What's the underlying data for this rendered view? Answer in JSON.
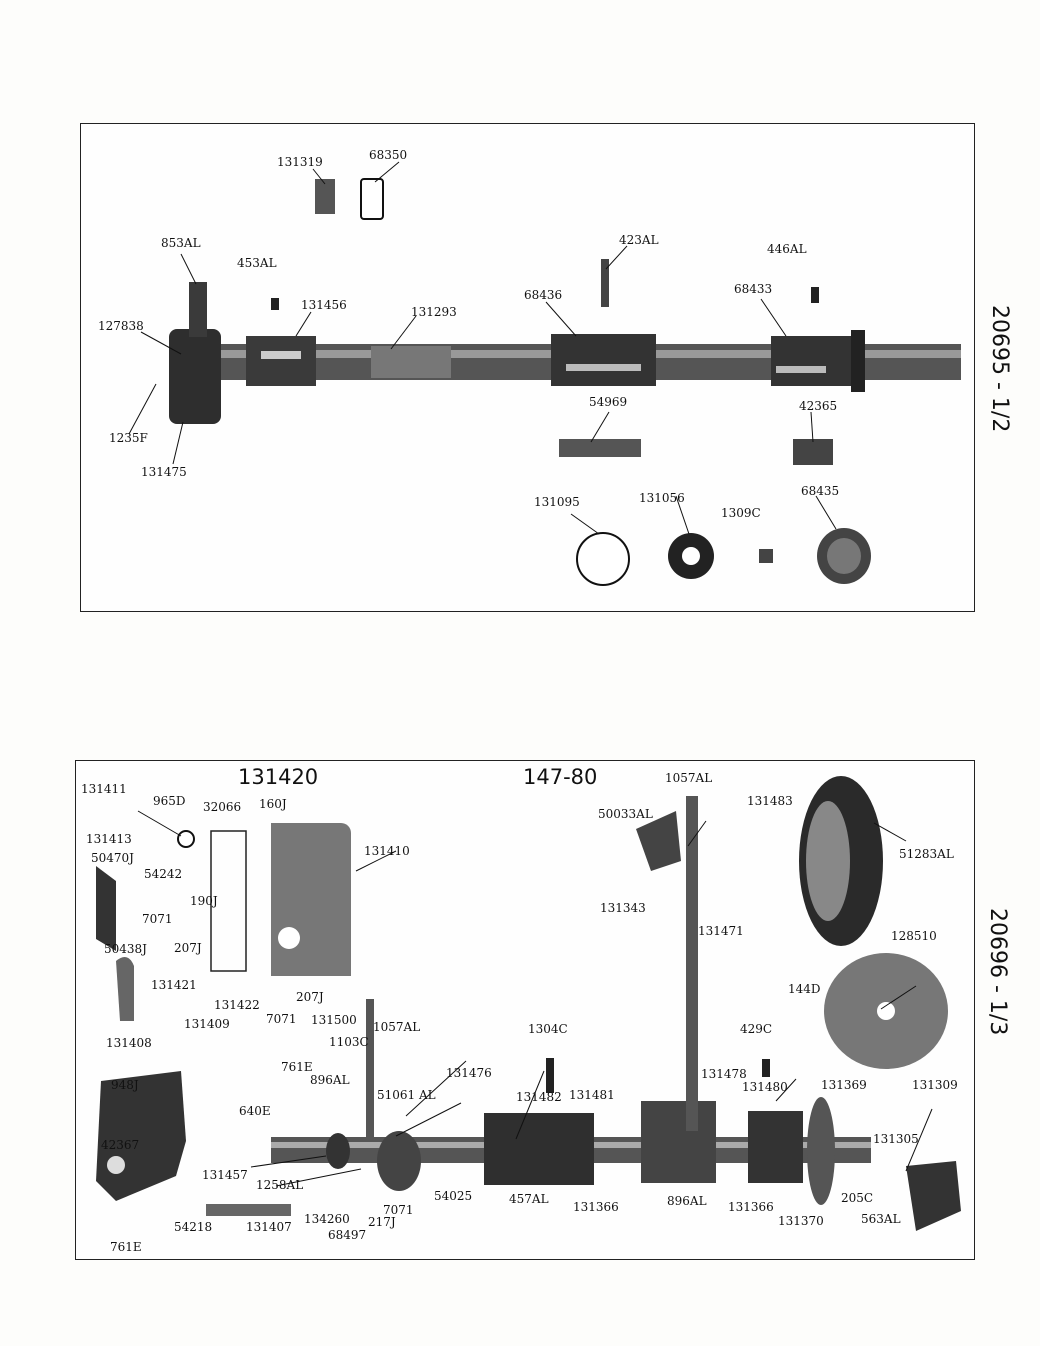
{
  "top_plate": {
    "side_caption": "20695 - 1/2",
    "labels": [
      "131319",
      "68350",
      "853AL",
      "453AL",
      "131456",
      "131293",
      "423AL",
      "68436",
      "446AL",
      "68433",
      "127838",
      "1235F",
      "131475",
      "54969",
      "42365",
      "131095",
      "131056",
      "1309C",
      "68435"
    ]
  },
  "bottom_plate": {
    "title_part": "131420",
    "title_model": "147-80",
    "side_caption": "20696 - 1/3",
    "labels": [
      "131411",
      "965D",
      "32066",
      "160J",
      "131413",
      "50470J",
      "131410",
      "54242",
      "190J",
      "7071",
      "50438J",
      "207J",
      "131421",
      "131422",
      "131409",
      "207J",
      "7071",
      "131408",
      "131500",
      "1057AL",
      "1103C",
      "761E",
      "896AL",
      "51061 AL",
      "131476",
      "948J",
      "640E",
      "42367",
      "131457",
      "1258AL",
      "54218",
      "131407",
      "134260",
      "68497",
      "217J",
      "7071",
      "54025",
      "761E",
      "50033AL",
      "1057AL",
      "131343",
      "131471",
      "131483",
      "51283AL",
      "128510",
      "144D",
      "1304C",
      "131482",
      "131481",
      "457AL",
      "131366",
      "429C",
      "131478",
      "131480",
      "131369",
      "131309",
      "131305",
      "896AL",
      "131366",
      "131370",
      "205C",
      "563AL"
    ]
  }
}
